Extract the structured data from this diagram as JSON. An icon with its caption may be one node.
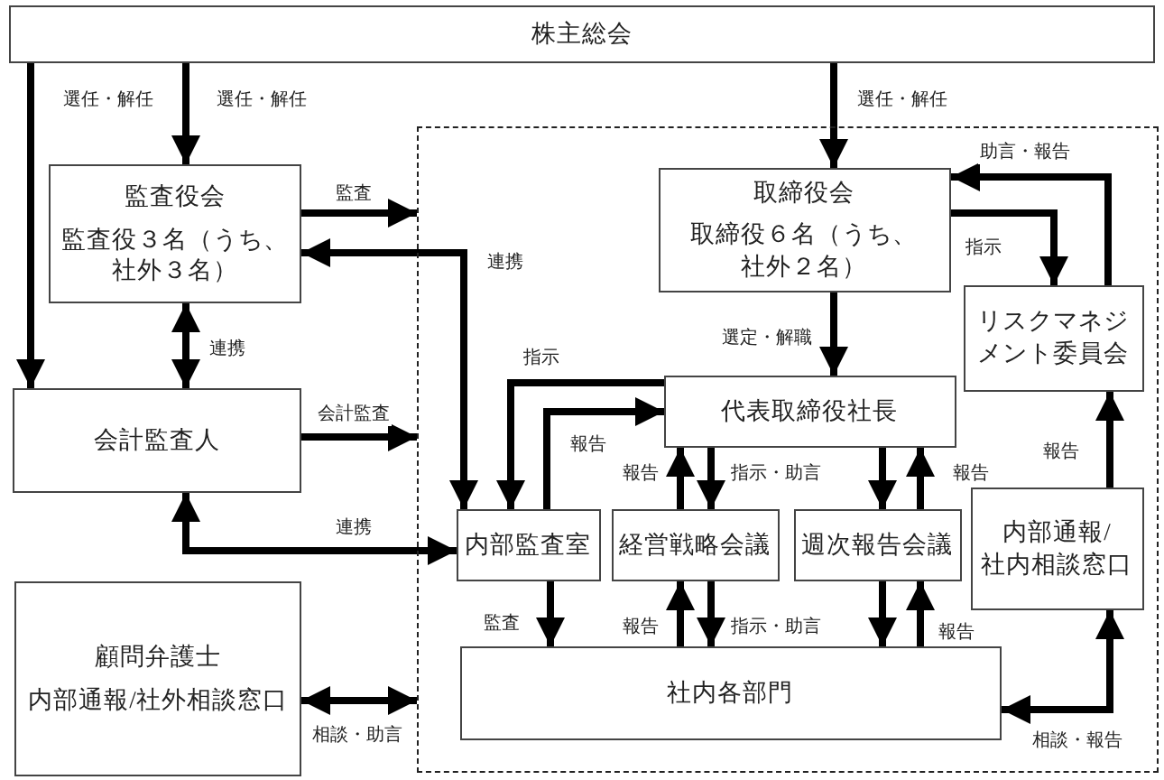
{
  "diagram": {
    "nodes": [
      {
        "text": [
          "株主総会"
        ]
      },
      {
        "text": [],
        "shape": "box"
      },
      {
        "text": [
          "監査役会",
          "監査役３名（うち、社外３名）"
        ]
      },
      {
        "text": [
          "取締役会",
          "取締役６名（うち、社外２名）"
        ],
        "in": 1
      },
      {
        "text": [
          "リスクマネジメント委員会"
        ],
        "in": 1
      },
      {
        "text": [
          "会計監査人"
        ]
      },
      {
        "text": [
          "代表取締役社長"
        ],
        "in": 1
      },
      {
        "text": [
          "内部監査室"
        ],
        "in": 1
      },
      {
        "text": [
          "経営戦略会議"
        ],
        "in": 1
      },
      {
        "text": [
          "週次報告会議"
        ],
        "in": 1
      },
      {
        "text": [
          "内部通報/社内相談窓口"
        ],
        "in": 1
      },
      {
        "text": [
          "顧問弁護士",
          "内部通報/社外相談窓口"
        ]
      },
      {
        "text": [
          "社内各部門"
        ],
        "in": 1
      }
    ],
    "edges": [
      {
        "from": 0,
        "to": 5,
        "arrow": "to",
        "label": "選任・解任"
      },
      {
        "from": 0,
        "to": 2,
        "arrow": "to",
        "label": "選任・解任"
      },
      {
        "from": 0,
        "to": 3,
        "arrow": "to",
        "label": "選任・解任"
      },
      {
        "from": 2,
        "to": 1,
        "arrow": "to",
        "label": "監査"
      },
      {
        "from": 7,
        "to": 2,
        "arrow": "both",
        "label": "連携"
      },
      {
        "from": 2,
        "to": 5,
        "arrow": "both",
        "label": "連携"
      },
      {
        "from": 3,
        "to": 4,
        "arrow": "to",
        "label": "指示"
      },
      {
        "from": 4,
        "to": 3,
        "arrow": "to",
        "label": "助言・報告"
      },
      {
        "from": 3,
        "to": 6,
        "arrow": "to",
        "label": "選定・解職"
      },
      {
        "from": 5,
        "to": 1,
        "arrow": "to",
        "label": "会計監査"
      },
      {
        "from": 6,
        "to": 7,
        "arrow": "to",
        "label": "指示"
      },
      {
        "from": 7,
        "to": 6,
        "arrow": "to",
        "label": "報告"
      },
      {
        "from": 5,
        "to": 7,
        "arrow": "both",
        "label": "連携"
      },
      {
        "from": 8,
        "to": 6,
        "arrow": "to",
        "label": "報告"
      },
      {
        "from": 6,
        "to": 8,
        "arrow": "to",
        "label": "指示・助言"
      },
      {
        "from": 6,
        "to": 9,
        "arrow": "to"
      },
      {
        "from": 9,
        "to": 6,
        "arrow": "to",
        "label": "報告"
      },
      {
        "from": 8,
        "to": 12,
        "arrow": "to",
        "label": "指示・助言"
      },
      {
        "from": 12,
        "to": 8,
        "arrow": "to",
        "label": "報告"
      },
      {
        "from": 9,
        "to": 12,
        "arrow": "to"
      },
      {
        "from": 12,
        "to": 9,
        "arrow": "to",
        "label": "報告"
      },
      {
        "from": 7,
        "to": 12,
        "arrow": "to",
        "label": "監査"
      },
      {
        "from": 10,
        "to": 4,
        "arrow": "to",
        "label": "報告"
      },
      {
        "from": 12,
        "to": 10,
        "arrow": "both",
        "label": "相談・報告"
      },
      {
        "from": 11,
        "to": 1,
        "arrow": "both",
        "label": "相談・助言"
      }
    ]
  }
}
